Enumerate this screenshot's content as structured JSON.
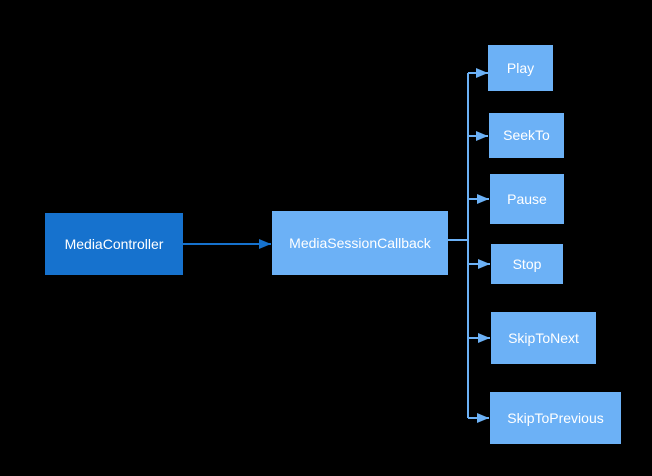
{
  "colors": {
    "primary": "#1672CE",
    "secondary": "#6CB1F6",
    "text": "#FFFFFF",
    "background": "#000000"
  },
  "diagram": {
    "nodes": [
      {
        "id": "media-controller",
        "label": "MediaController",
        "variant": "primary"
      },
      {
        "id": "media-session-callback",
        "label": "MediaSessionCallback",
        "variant": "secondary"
      },
      {
        "id": "play",
        "label": "Play",
        "variant": "secondary"
      },
      {
        "id": "seekto",
        "label": "SeekTo",
        "variant": "secondary"
      },
      {
        "id": "pause",
        "label": "Pause",
        "variant": "secondary"
      },
      {
        "id": "stop",
        "label": "Stop",
        "variant": "secondary"
      },
      {
        "id": "skiptonext",
        "label": "SkipToNext",
        "variant": "secondary"
      },
      {
        "id": "skiptoprevious",
        "label": "SkipToPrevious",
        "variant": "secondary"
      }
    ],
    "edges": [
      {
        "from": "MediaController",
        "to": "MediaSessionCallback"
      },
      {
        "from": "MediaSessionCallback",
        "to": "Play"
      },
      {
        "from": "MediaSessionCallback",
        "to": "SeekTo"
      },
      {
        "from": "MediaSessionCallback",
        "to": "Pause"
      },
      {
        "from": "MediaSessionCallback",
        "to": "Stop"
      },
      {
        "from": "MediaSessionCallback",
        "to": "SkipToNext"
      },
      {
        "from": "MediaSessionCallback",
        "to": "SkipToPrevious"
      }
    ]
  }
}
